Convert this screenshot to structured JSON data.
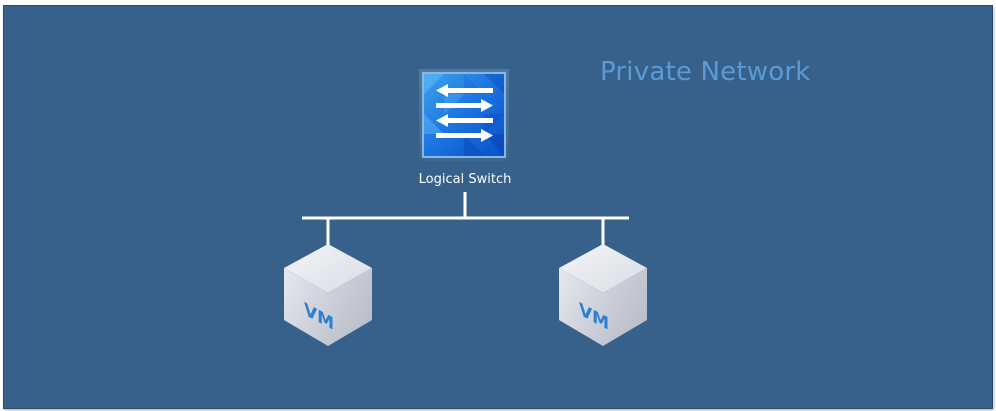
{
  "diagram": {
    "title": "Private Network",
    "switch": {
      "label": "Logical Switch",
      "icon": "logical-switch-icon"
    },
    "vms": [
      {
        "label": "VM",
        "icon": "vm-cube-icon"
      },
      {
        "label": "VM",
        "icon": "vm-cube-icon"
      }
    ],
    "colors": {
      "background": "#37618a",
      "title": "#5b9bd5",
      "lines": "#ffffff",
      "vm_text": "#2f7fd1"
    }
  }
}
